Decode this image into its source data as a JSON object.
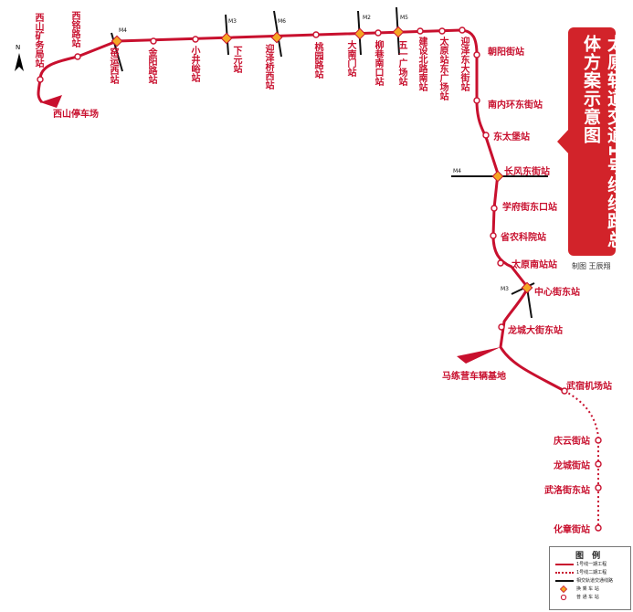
{
  "title": "太原轨道交通1号线线路总体方案示意图",
  "credit": "制图 王辰翔",
  "north_label": "N",
  "colors": {
    "line_phase1": "#c8102e",
    "line_phase2": "#c8102e",
    "title_bg": "#d2232a",
    "transfer": "#f5a623",
    "other_line": "#111111"
  },
  "depots": {
    "west": "西山停车场",
    "south": "马练营车辆基地"
  },
  "stations_top": [
    {
      "name": "西山矿务局站"
    },
    {
      "name": "西铭路站"
    },
    {
      "name": "窑运西站"
    },
    {
      "name": "金阳路站"
    },
    {
      "name": "小井峪站"
    },
    {
      "name": "下元站"
    },
    {
      "name": "迎泽桥西站"
    },
    {
      "name": "桃园路站"
    },
    {
      "name": "大南门站"
    },
    {
      "name": "柳巷南口站"
    },
    {
      "name": "五一广场站"
    },
    {
      "name": "建设北路南站"
    },
    {
      "name": "太原站东广场站"
    },
    {
      "name": "迎泽东大街站"
    }
  ],
  "stations_right": [
    {
      "name": "朝阳街站"
    },
    {
      "name": "南内环东街站"
    },
    {
      "name": "东太堡站"
    },
    {
      "name": "长风东街站"
    },
    {
      "name": "学府街东口站"
    },
    {
      "name": "省农科院站"
    },
    {
      "name": "太原南站站"
    },
    {
      "name": "中心街东站"
    },
    {
      "name": "龙城大街东站"
    },
    {
      "name": "武宿机场站"
    },
    {
      "name": "庆云街站"
    },
    {
      "name": "龙城街站"
    },
    {
      "name": "武洛街东站"
    },
    {
      "name": "化章街站"
    }
  ],
  "metro_lines": {
    "m4_a": "M4",
    "m3_a": "M3",
    "m6": "M6",
    "m2": "M2",
    "m5": "M5",
    "m4_b": "M4",
    "m3_b": "M3"
  },
  "legend": {
    "title": "图 例",
    "items": [
      {
        "label": "1号线一期工程"
      },
      {
        "label": "1号线二期工程"
      },
      {
        "label": "相交轨道交通线路"
      },
      {
        "label": "换 乘 车 站"
      },
      {
        "label": "普 通 车 站"
      }
    ]
  }
}
